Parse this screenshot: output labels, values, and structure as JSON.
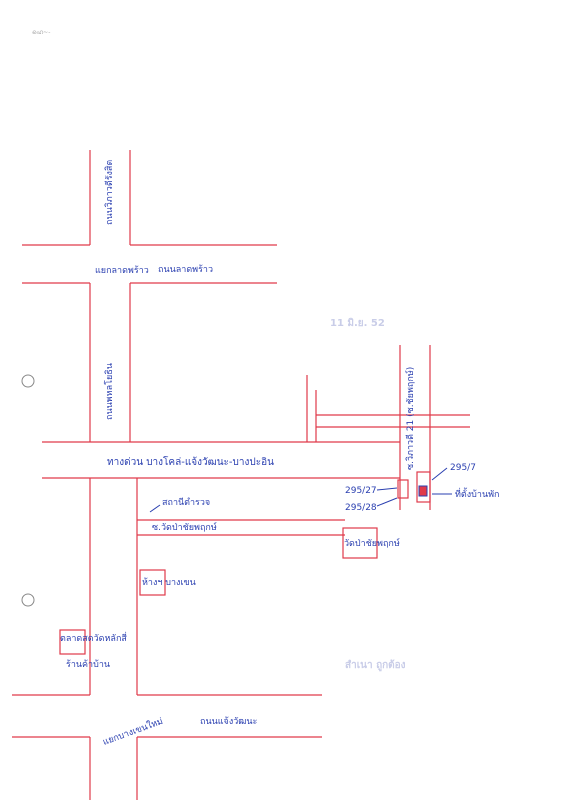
{
  "corner_mark": "ഹെ~-",
  "stamp_faint": "11 มิ.ย. 52",
  "stamp_faint_2": "สำเนา ถูกต้อง",
  "labels": {
    "road_top_vertical": "ถนนวิภาวดีรังสิต",
    "intersection_top": "แยกลาดพร้าว",
    "road_top_horizontal": "ถนนลาดพร้าว",
    "road_left_vertical": "ถนนพหลโยธิน",
    "main_road": "ทางด่วน บางโคล่-แจ้งวัฒนะ-บางปะอิน",
    "soi_right_vertical": "ซ.วิภาวดี 21 (ซ.ชัยพฤกษ์)",
    "house_no_1": "295/7",
    "house_no_2": "295/27",
    "house_no_3": "295/28",
    "my_house": "ที่ตั้งบ้านพัก",
    "police": "สถานีตำรวจ",
    "soi_temple": "ซ.วัดป่าชัยพฤกษ์",
    "temple": "วัดป่าชัยพฤกษ์",
    "shop": "ห้างฯ บางเขน",
    "market": "ตลาดสดวัดหลักสี่",
    "market_2": "ร้านค้าบ้าน",
    "intersection_bottom": "แยกบางเขนใหม่",
    "road_bottom_horizontal": "ถนนแจ้งวัฒนะ"
  },
  "colors": {
    "road": "#e03a4a",
    "ink": "#2a3fb0",
    "faint_stamp": "#c9cde8"
  }
}
